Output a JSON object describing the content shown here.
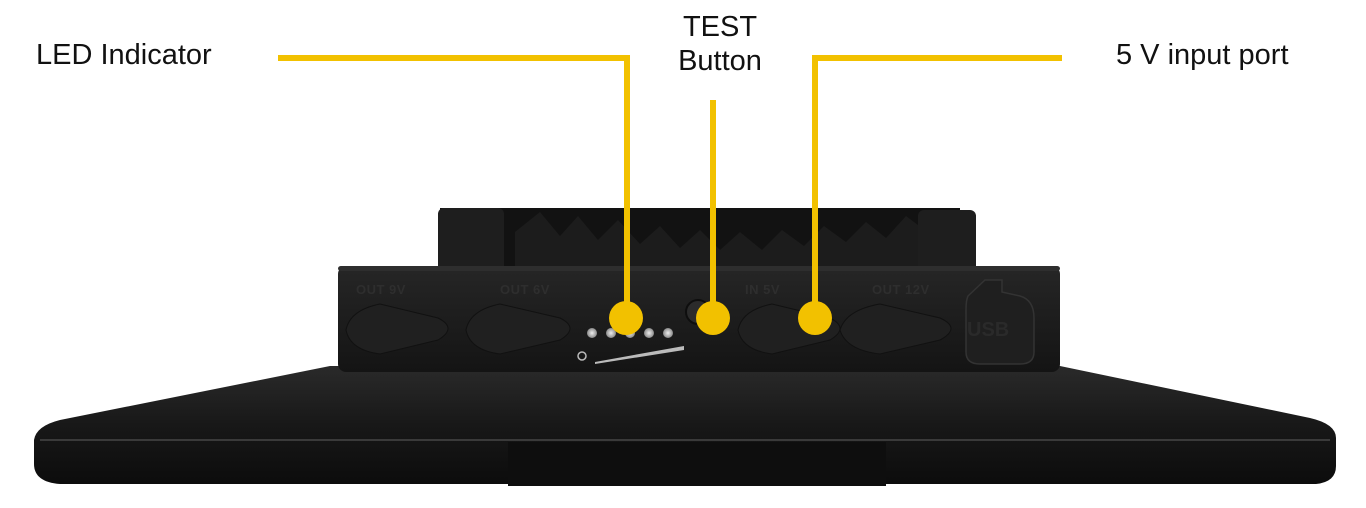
{
  "callouts": {
    "led": {
      "label": "LED Indicator"
    },
    "test": {
      "line1": "TEST",
      "line2": "Button"
    },
    "input_port": {
      "label": "5 V input port"
    }
  },
  "device": {
    "ports": [
      "OUT 9V",
      "OUT 6V",
      "IN 5V",
      "OUT 12V"
    ],
    "usb_label": "USB",
    "led_count": 5
  },
  "colors": {
    "callout": "#F2C100",
    "body": "#161616",
    "panel": "#1b1b1b"
  }
}
